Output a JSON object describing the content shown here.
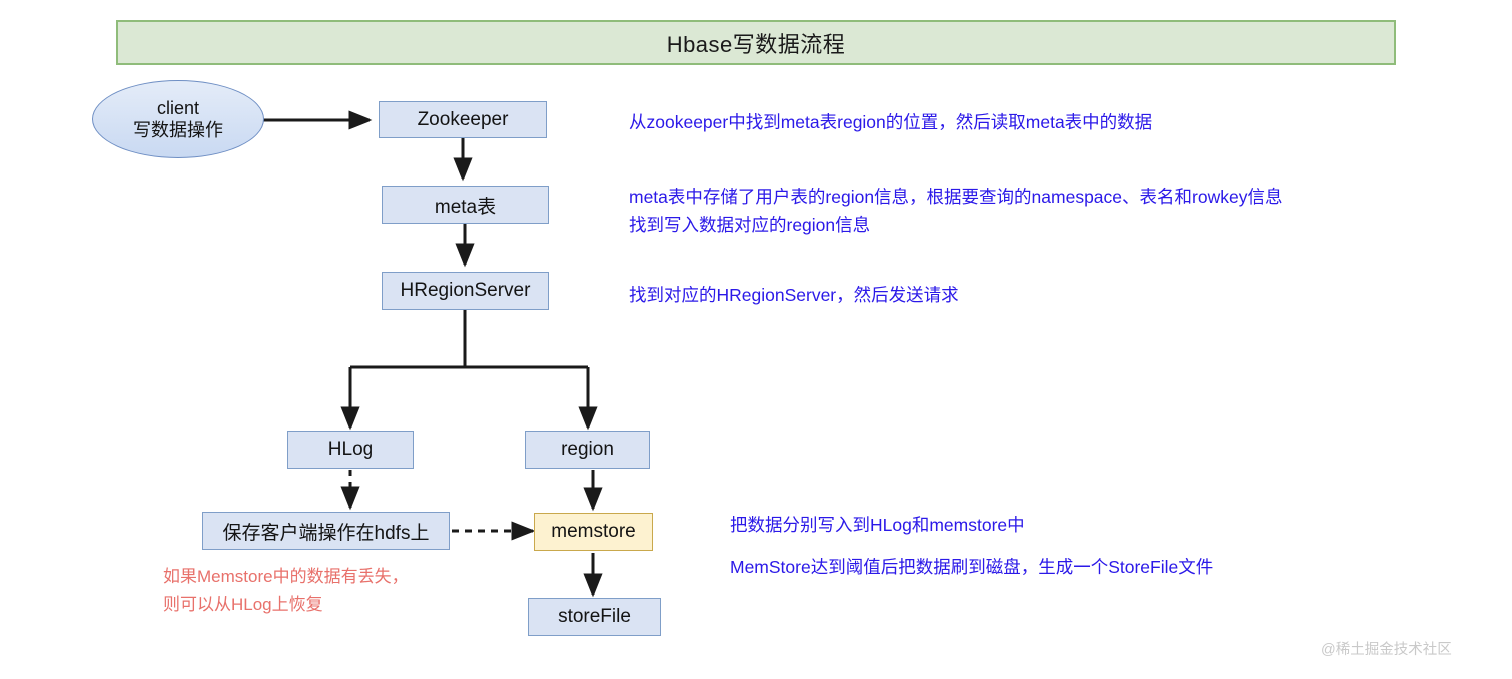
{
  "header": {
    "title": "Hbase写数据流程"
  },
  "nodes": {
    "client": {
      "line1": "client",
      "line2": "写数据操作"
    },
    "zookeeper": {
      "label": "Zookeeper"
    },
    "meta": {
      "label": "meta表"
    },
    "hregionserver": {
      "label": "HRegionServer"
    },
    "hlog": {
      "label": "HLog"
    },
    "region": {
      "label": "region"
    },
    "hdfs_note": {
      "label": "保存客户端操作在hdfs上"
    },
    "memstore": {
      "label": "memstore"
    },
    "storefile": {
      "label": "storeFile"
    }
  },
  "annotations": {
    "zookeeper_note": "从zookeeper中找到meta表region的位置，然后读取meta表中的数据",
    "meta_note_line1": "meta表中存储了用户表的region信息，根据要查询的namespace、表名和rowkey信息",
    "meta_note_line2": "找到写入数据对应的region信息",
    "hregionserver_note": "找到对应的HRegionServer，然后发送请求",
    "write_note": "把数据分别写入到HLog和memstore中",
    "flush_note": "MemStore达到阈值后把数据刷到磁盘，生成一个StoreFile文件",
    "recover_note_line1": "如果Memstore中的数据有丢失，",
    "recover_note_line2": "则可以从HLog上恢复"
  },
  "watermark": {
    "text": "@稀土掘金技术社区"
  },
  "colors": {
    "banner_fill": "#dbe8d4",
    "banner_border": "#8fbc7a",
    "box_fill": "#dae3f3",
    "box_border": "#7f9ec8",
    "memstore_fill": "#fdf2d0",
    "memstore_border": "#c9a84c",
    "annotation_text": "#2b19e8",
    "warning_text": "#e8716b",
    "connector": "#1a1a1a",
    "watermark": "#c9c9c9"
  }
}
